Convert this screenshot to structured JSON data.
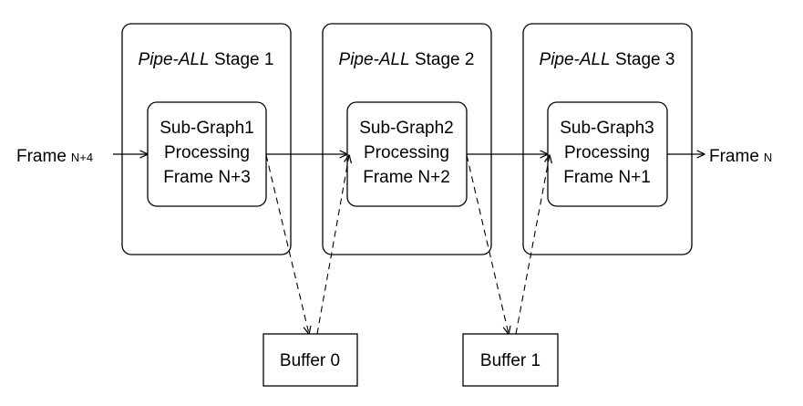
{
  "stages": [
    {
      "title_italic": "Pipe-ALL",
      "title_rest": " Stage 1",
      "lines": [
        "Sub-Graph1",
        "Processing",
        "Frame N+3"
      ]
    },
    {
      "title_italic": "Pipe-ALL",
      "title_rest": " Stage 2",
      "lines": [
        "Sub-Graph2",
        "Processing",
        "Frame N+2"
      ]
    },
    {
      "title_italic": "Pipe-ALL",
      "title_rest": " Stage 3",
      "lines": [
        "Sub-Graph3",
        "Processing",
        "Frame N+1"
      ]
    }
  ],
  "input": {
    "label": "Frame",
    "suffix": "N+4"
  },
  "output": {
    "label": "Frame",
    "suffix": "N"
  },
  "buffers": [
    {
      "label": "Buffer 0"
    },
    {
      "label": "Buffer 1"
    }
  ]
}
